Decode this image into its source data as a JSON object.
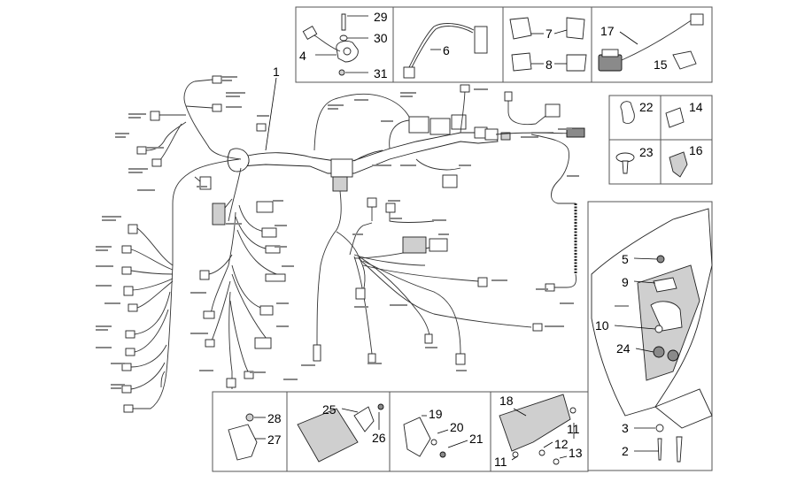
{
  "callouts": {
    "n1": "1",
    "n2": "2",
    "n3": "3",
    "n4": "4",
    "n5": "5",
    "n6": "6",
    "n7": "7",
    "n8": "8",
    "n9": "9",
    "n10": "10",
    "n11a": "11",
    "n11b": "11",
    "n12": "12",
    "n13": "13",
    "n14": "14",
    "n15": "15",
    "n16": "16",
    "n17": "17",
    "n18": "18",
    "n19": "19",
    "n20": "20",
    "n21": "21",
    "n22": "22",
    "n23": "23",
    "n24": "24",
    "n25": "25",
    "n26": "26",
    "n27": "27",
    "n28": "28",
    "n29": "29",
    "n30": "30",
    "n31": "31"
  }
}
